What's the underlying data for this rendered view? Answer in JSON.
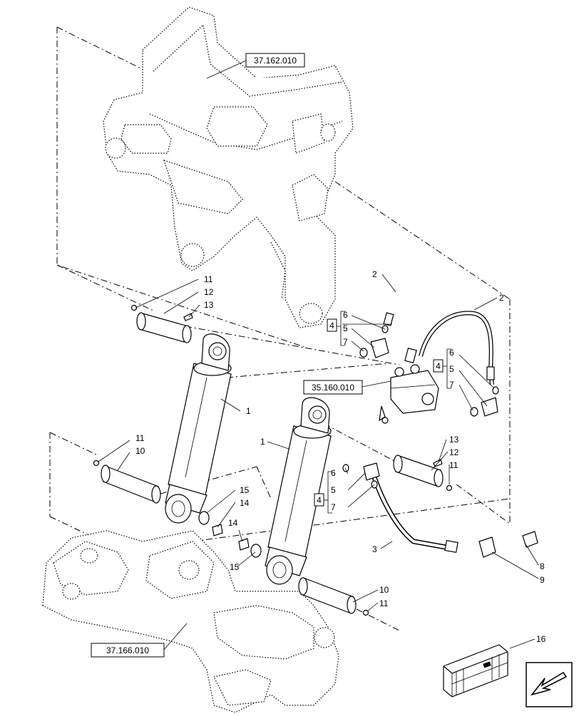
{
  "references": {
    "top_frame": "37.162.010",
    "valve_block": "35.160.010",
    "bottom_frame": "37.166.010"
  },
  "part_numbers": {
    "n1": "1",
    "n2": "2",
    "n3": "3",
    "n4": "4",
    "n5": "5",
    "n6": "6",
    "n7": "7",
    "n8": "8",
    "n9": "9",
    "n10": "10",
    "n11": "11",
    "n12": "12",
    "n13": "13",
    "n14": "14",
    "n15": "15",
    "n16": "16"
  },
  "icons": {
    "kit": "kit-box-icon",
    "nav": "arrow-down-left-icon"
  }
}
